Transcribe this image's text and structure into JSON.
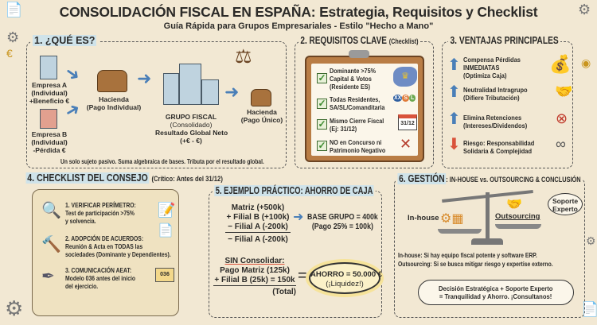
{
  "title": "CONSOLIDACIÓN FISCAL EN ESPAÑA: Estrategia, Requisitos y Checklist",
  "subtitle": "Guía Rápida para Grupos Empresariales - Estilo \"Hecho a Mano\"",
  "s1": {
    "heading": "1. ¿QUÉ ES?",
    "empresa_a": [
      "Empresa A",
      "(Individual)",
      "+Beneficio €"
    ],
    "empresa_b": [
      "Empresa B",
      "(Individual)",
      "-Pérdida €"
    ],
    "hacienda1": [
      "Hacienda",
      "(Pago Individual)"
    ],
    "grupo": [
      "GRUPO FISCAL",
      "(Consolidado)",
      "Resultado Global Neto",
      "(+€ - €)"
    ],
    "hacienda2": [
      "Hacienda",
      "(Pago Único)"
    ],
    "footer": "Un solo sujeto pasivo. Suma algebraica de bases. Tributa por el resultado global."
  },
  "s2": {
    "heading": "2. REQUISITOS CLAVE",
    "heading_note": "(Checklist)",
    "items": [
      {
        "lines": [
          "Dominante >75%",
          "Capital & Votos",
          "(Residente ES)"
        ],
        "icon": "spain-map-crown"
      },
      {
        "lines": [
          "Todas Residentes,",
          "SA/SL/Comanditaria"
        ],
        "icon": "SA-SL-badges"
      },
      {
        "lines": [
          "Mismo Cierre Fiscal",
          "(Ej: 31/12)"
        ],
        "icon": "calendar",
        "calendar": "31/12"
      },
      {
        "lines": [
          "NO en Concurso ni",
          "Patrimonio Negativo"
        ],
        "icon": "gavel-crossed"
      }
    ]
  },
  "s3": {
    "heading": "3. VENTAJAS PRINCIPALES",
    "items": [
      {
        "lines": [
          "Compensa Pérdidas",
          "INMEDIATAS",
          "(Optimiza Caja)"
        ],
        "dir": "up"
      },
      {
        "lines": [
          "Neutralidad Intragrupo",
          "(Difiere Tributación)"
        ],
        "dir": "up"
      },
      {
        "lines": [
          "Elimina Retenciones",
          "(Intereses/Dividendos)"
        ],
        "dir": "up"
      },
      {
        "lines": [
          "Riesgo: Responsabilidad",
          "Solidaria & Complejidad"
        ],
        "dir": "down"
      }
    ]
  },
  "s4": {
    "heading": "4. CHECKLIST DEL CONSEJO",
    "heading_note": "(Crítico: Antes del 31/12)",
    "items": [
      {
        "title": "1. VERIFICAR PERÍMETRO:",
        "lines": [
          "Test de participación >75%",
          "y solvencia."
        ]
      },
      {
        "title": "2. ADOPCIÓN DE ACUERDOS:",
        "lines": [
          "Reunión & Acta en TODAS las",
          "sociedades (Dominante y Dependientes)."
        ]
      },
      {
        "title": "3. COMUNICACIÓN AEAT:",
        "lines": [
          "Modelo 036 antes del inicio",
          "del ejercicio."
        ],
        "envelope": "036"
      }
    ]
  },
  "s5": {
    "heading": "5. EJEMPLO PRÁCTICO: AHORRO DE CAJA",
    "calc": [
      "Matriz (+500k)",
      "+ Filial B (+100k)",
      "− Filial A (-200k)",
      "− Filial A (-200k)"
    ],
    "base": [
      "BASE GRUPO = 400k",
      "(Pago 25% = 100k)"
    ],
    "sin_title": "SIN Consolidar:",
    "sin": [
      "Pago Matriz (125k)",
      "+ Filial B (25k) = 150k",
      "(Total)"
    ],
    "equals": "=",
    "ahorro": [
      "AHORRO = 50.000 €",
      "(¡Liquidez!)"
    ]
  },
  "s6": {
    "heading": "6. GESTIÓN",
    "heading_rest": ": IN-HOUSE vs. OUTSOURCING & CONCLUSIÓN",
    "inhouse": "In-house",
    "outsourcing": "Outsourcing",
    "bubble": [
      "Soporte",
      "Experto"
    ],
    "notes": [
      "In-house: Si hay equipo fiscal potente y software ERP.",
      "Outsourcing: Si se busca mitigar riesgo y expertise externo."
    ],
    "cloud": [
      "Decisión Estratégica + Soporte Experto",
      "= Tranquilidad y Ahorro. ¡Consultanos!"
    ]
  },
  "colors": {
    "bg": "#f2e8d3",
    "accent_blue": "#4a7fb8",
    "highlight": "#cfe3ea",
    "risk_red": "#d9533b",
    "check_green": "#3d8b2f"
  }
}
